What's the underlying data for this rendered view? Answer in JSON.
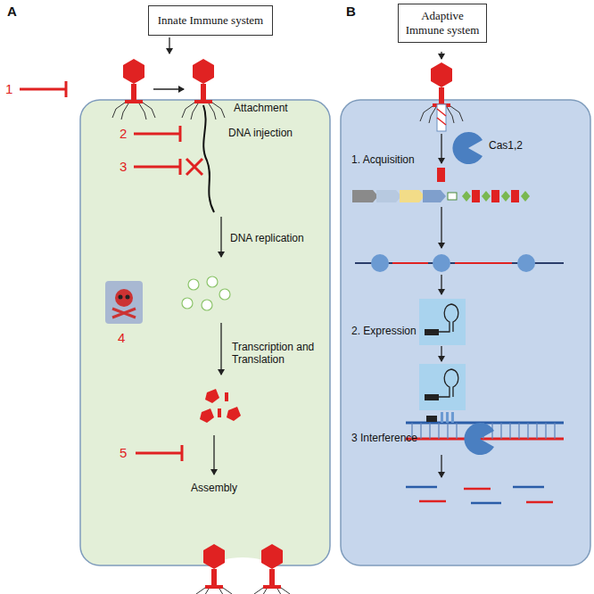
{
  "diagram": {
    "nodes": [
      {
        "text": [
          "Innate Immune system"
        ]
      },
      {
        "text": [
          "Adaptive Immune system"
        ]
      }
    ],
    "labels": [
      "A",
      "B",
      "1",
      "Attachment",
      "2",
      "DNA injection",
      "3",
      "DNA replication",
      "4",
      "Transcription and Translation",
      "5",
      "Assembly",
      "Cas1,2",
      "1. Acquisition",
      "2. Expression",
      "3 Interference"
    ]
  }
}
